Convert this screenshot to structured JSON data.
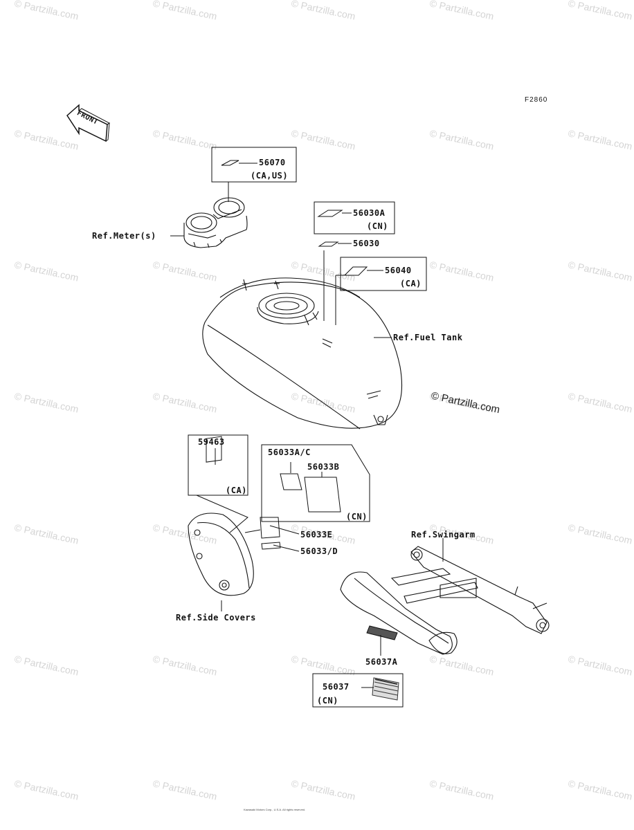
{
  "figure_id": "F2860",
  "front_arrow": "FRONT",
  "watermark": "© Partzilla.com",
  "watermark_main": "© Partzilla.com",
  "copyright": "Kawasaki Motors Corp., U.S.A. All rights reserved.",
  "refs": {
    "meter": "Ref.Meter(s)",
    "fuel_tank": "Ref.Fuel Tank",
    "side_covers": "Ref.Side Covers",
    "swingarm": "Ref.Swingarm"
  },
  "parts": {
    "p56070": "56070",
    "p56070_note": "(CA,US)",
    "p56030A": "56030A",
    "p56030A_note": "(CN)",
    "p56030": "56030",
    "p56040": "56040",
    "p56040_note": "(CA)",
    "p59463": "59463",
    "p59463_note": "(CA)",
    "p56033AC": "56033A/C",
    "p56033B": "56033B",
    "p56033_note": "(CN)",
    "p56033E": "56033E",
    "p56033D": "56033/D",
    "p56037A": "56037A",
    "p56037": "56037",
    "p56037_note": "(CN)"
  }
}
